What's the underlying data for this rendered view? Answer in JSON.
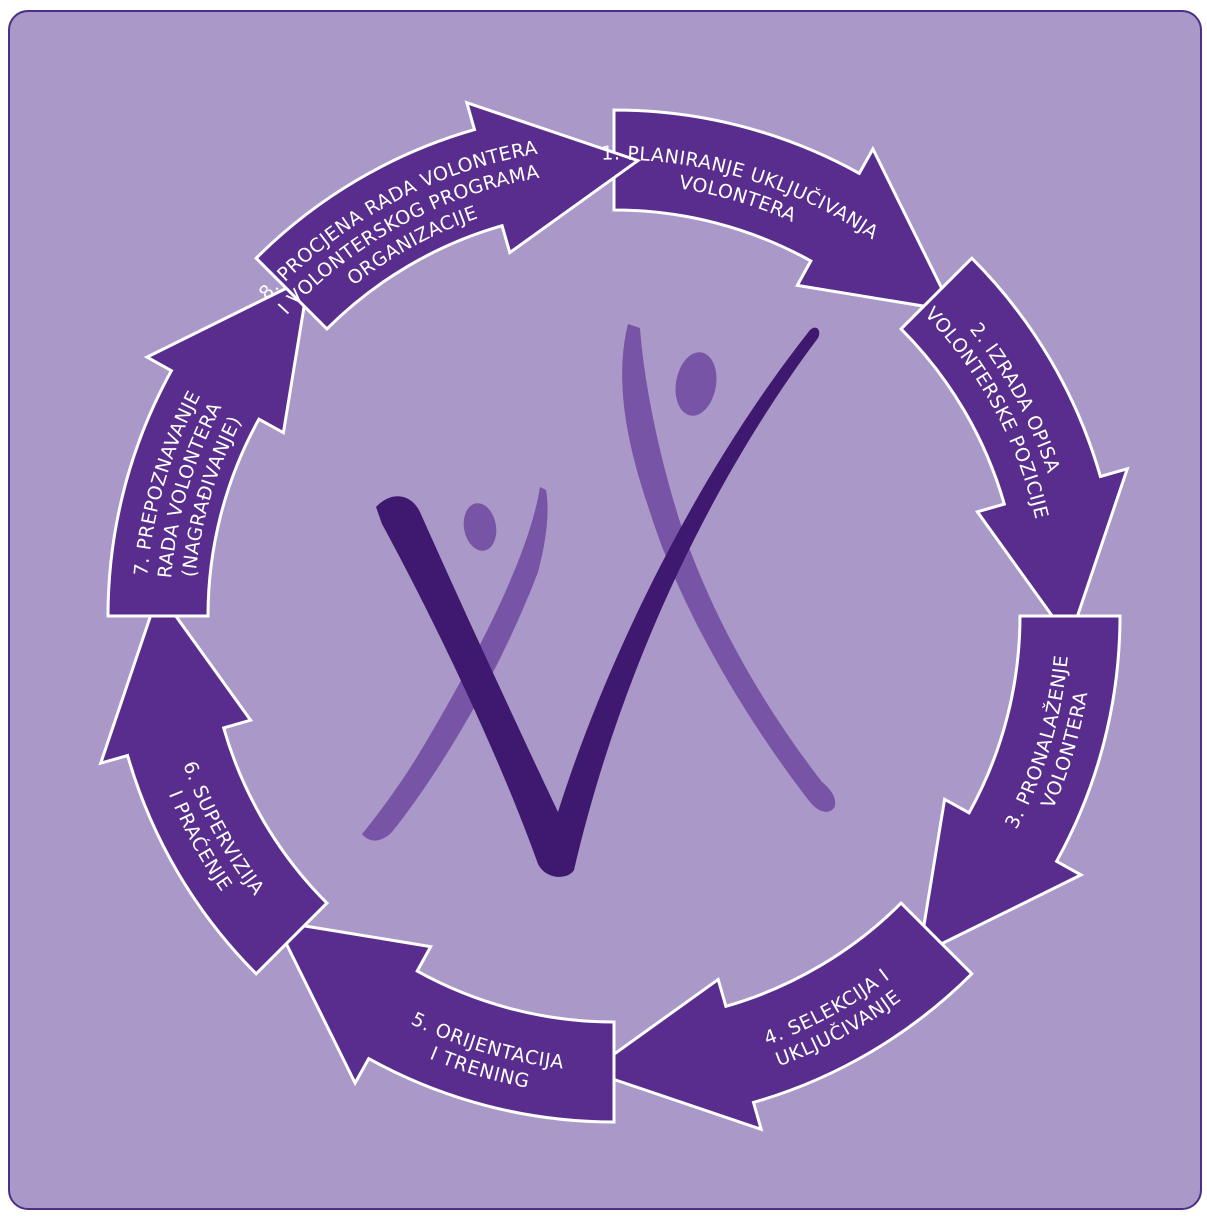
{
  "colors": {
    "panel_background": "#a998c8",
    "panel_border": "#4a2f86",
    "arrow_fill": "#582d8e",
    "arrow_stroke": "#ffffff",
    "text": "#ffffff",
    "logo_dark": "#3f1870",
    "logo_light": "#7754a6"
  },
  "cycle": {
    "stages": [
      {
        "id": "planiranje",
        "lines": [
          "1. PLANIRANJE UKLJUČIVANJA",
          "VOLONTERA"
        ]
      },
      {
        "id": "izrada-opisa",
        "lines": [
          "2. IZRADA OPISA",
          "VOLONTERSKE POZICIJE"
        ]
      },
      {
        "id": "pronalazenje",
        "lines": [
          "3. PRONALAŽENJE",
          "VOLONTERA"
        ]
      },
      {
        "id": "selekcija",
        "lines": [
          "4. SELEKCIJA I",
          "UKLJUČIVANJE"
        ]
      },
      {
        "id": "orijentacija",
        "lines": [
          "5. ORIJENTACIJA",
          "I TRENING"
        ]
      },
      {
        "id": "supervizija",
        "lines": [
          "6. SUPERVIZIJA",
          "I PRAĆENJE"
        ]
      },
      {
        "id": "prepoznavanje",
        "lines": [
          "7. PREPOZNAVANJE",
          "RADA VOLONTERA",
          "(NAGRAĐIVANJE)"
        ]
      },
      {
        "id": "procjena",
        "lines": [
          "8. PROCJENA RADA VOLONTERA",
          "I VOLONTERSKOG PROGRAMA",
          "ORGANIZACIJE"
        ]
      }
    ]
  },
  "logo": {
    "icon": "volunteer-figures-logo-icon"
  }
}
